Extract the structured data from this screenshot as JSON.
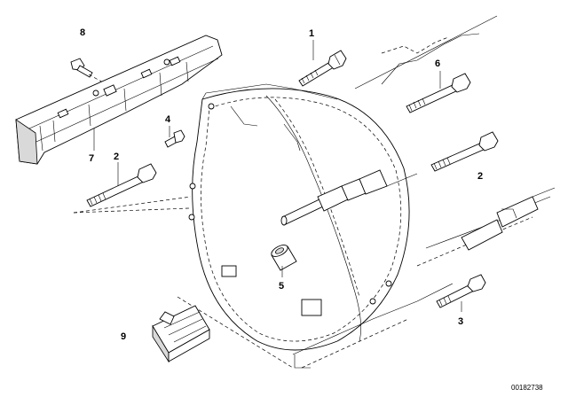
{
  "callouts": [
    {
      "id": "1",
      "label": "1"
    },
    {
      "id": "2a",
      "label": "2"
    },
    {
      "id": "2b",
      "label": "2"
    },
    {
      "id": "3",
      "label": "3"
    },
    {
      "id": "4",
      "label": "4"
    },
    {
      "id": "5",
      "label": "5"
    },
    {
      "id": "6",
      "label": "6"
    },
    {
      "id": "7",
      "label": "7"
    },
    {
      "id": "8",
      "label": "8"
    },
    {
      "id": "9",
      "label": "9"
    }
  ],
  "document_id": "00182738"
}
